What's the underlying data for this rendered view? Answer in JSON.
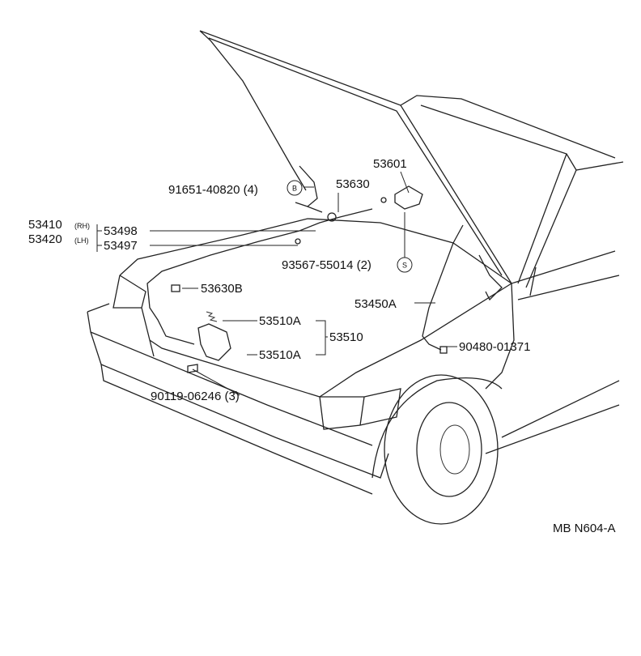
{
  "labels": {
    "p53601": "53601",
    "p53630": "53630",
    "p91651": "91651-40820 (4)",
    "p91651_mark": "B",
    "p53410": "53410",
    "p53410_side": "(RH)",
    "p53420": "53420",
    "p53420_side": "(LH)",
    "p53498": "53498",
    "p53497": "53497",
    "p93567": "93567-55014 (2)",
    "p93567_mark": "S",
    "p53630B": "53630B",
    "p53450A": "53450A",
    "p53510A_top": "53510A",
    "p53510": "53510",
    "p53510A_bot": "53510A",
    "p90480": "90480-01371",
    "p90119": "90119-06246 (3)",
    "ref": "MB N604-A"
  }
}
